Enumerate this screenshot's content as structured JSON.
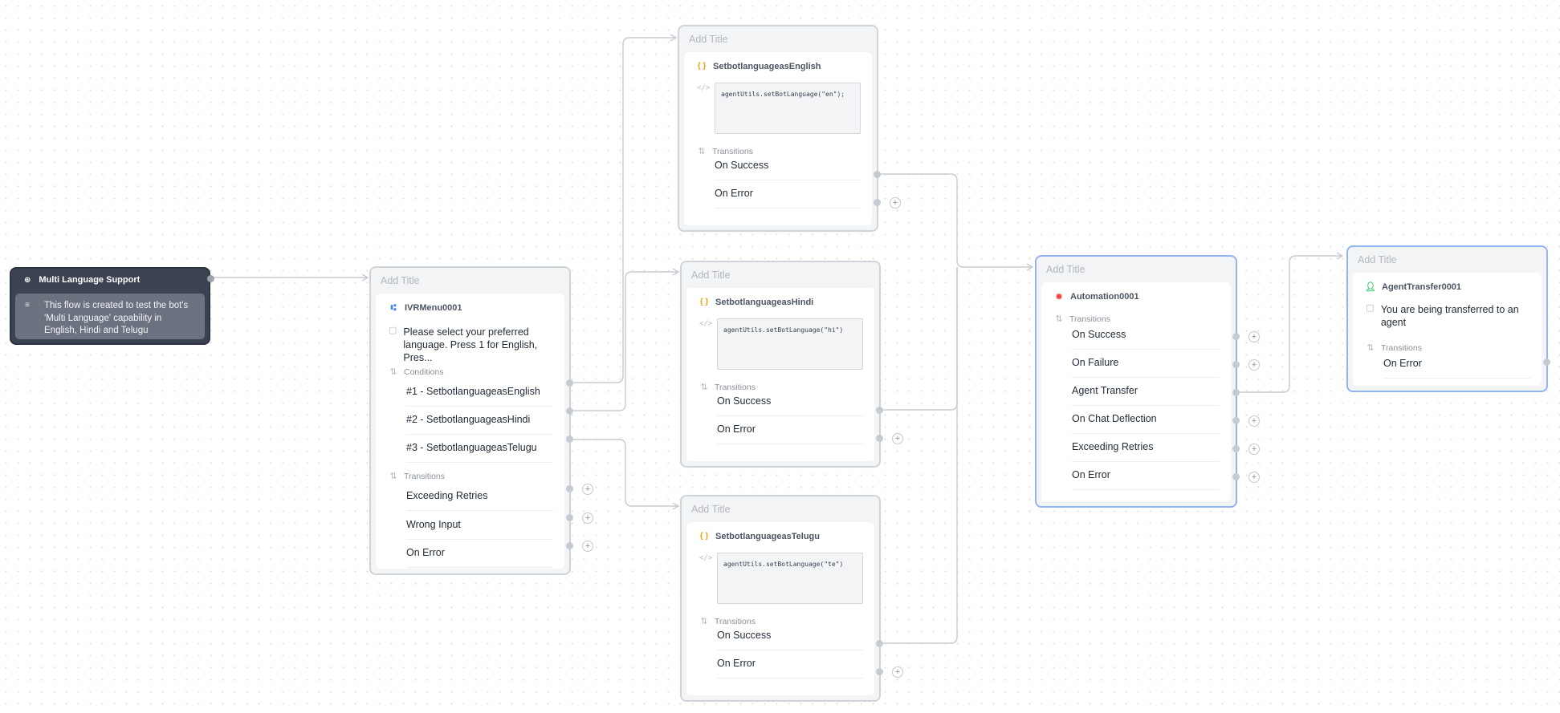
{
  "start": {
    "title": "Multi Language Support",
    "description": "This flow is created to test the bot's 'Multi Language' capability in English, Hindi and Telugu"
  },
  "ivr": {
    "title_placeholder": "Add Title",
    "name": "IVRMenu0001",
    "message": "Please select your preferred language. Press 1 for English, Pres...",
    "conditions_label": "Conditions",
    "conditions": [
      "#1 - SetbotlanguageasEnglish",
      "#2 - SetbotlanguageasHindi",
      "#3 - SetbotlanguageasTelugu"
    ],
    "transitions_label": "Transitions",
    "transitions": [
      "Exceeding Retries",
      "Wrong Input",
      "On Error"
    ]
  },
  "english": {
    "title_placeholder": "Add Title",
    "name": "SetbotlanguageasEnglish",
    "code": "agentUtils.setBotLanguage(\"en\");",
    "transitions_label": "Transitions",
    "transitions": [
      "On Success",
      "On Error"
    ]
  },
  "hindi": {
    "title_placeholder": "Add Title",
    "name": "SetbotlanguageasHindi",
    "code": "agentUtils.setBotLanguage(\"hi\")",
    "transitions_label": "Transitions",
    "transitions": [
      "On Success",
      "On Error"
    ]
  },
  "telugu": {
    "title_placeholder": "Add Title",
    "name": "SetbotlanguageasTelugu",
    "code": "agentUtils.setBotLanguage(\"te\")",
    "transitions_label": "Transitions",
    "transitions": [
      "On Success",
      "On Error"
    ]
  },
  "automation": {
    "title_placeholder": "Add Title",
    "name": "Automation0001",
    "transitions_label": "Transitions",
    "transitions": [
      "On Success",
      "On Failure",
      "Agent Transfer",
      "On Chat Deflection",
      "Exceeding Retries",
      "On Error"
    ]
  },
  "agent": {
    "title_placeholder": "Add Title",
    "name": "AgentTransfer0001",
    "message": "You are being transferred to an agent",
    "transitions_label": "Transitions",
    "transitions": [
      "On Error"
    ]
  },
  "icons": {
    "start": "crosshair-icon",
    "description": "text-lines-icon",
    "ivr": "ivr-menu-icon",
    "message": "chat-bubble-icon",
    "script": "braces-icon",
    "code": "code-icon",
    "transitions": "transitions-icon",
    "automation": "automation-gear-icon",
    "agent": "agent-user-icon",
    "add": "plus-icon"
  },
  "colors": {
    "edge": "#c7cbd2",
    "selected_border": "#93b4ee",
    "start_bg": "#3b4251",
    "script_icon": "#f59e0b",
    "automation_icon": "#ef4444",
    "agent_icon": "#22c55e",
    "ivr_icon": "#3b82f6"
  }
}
